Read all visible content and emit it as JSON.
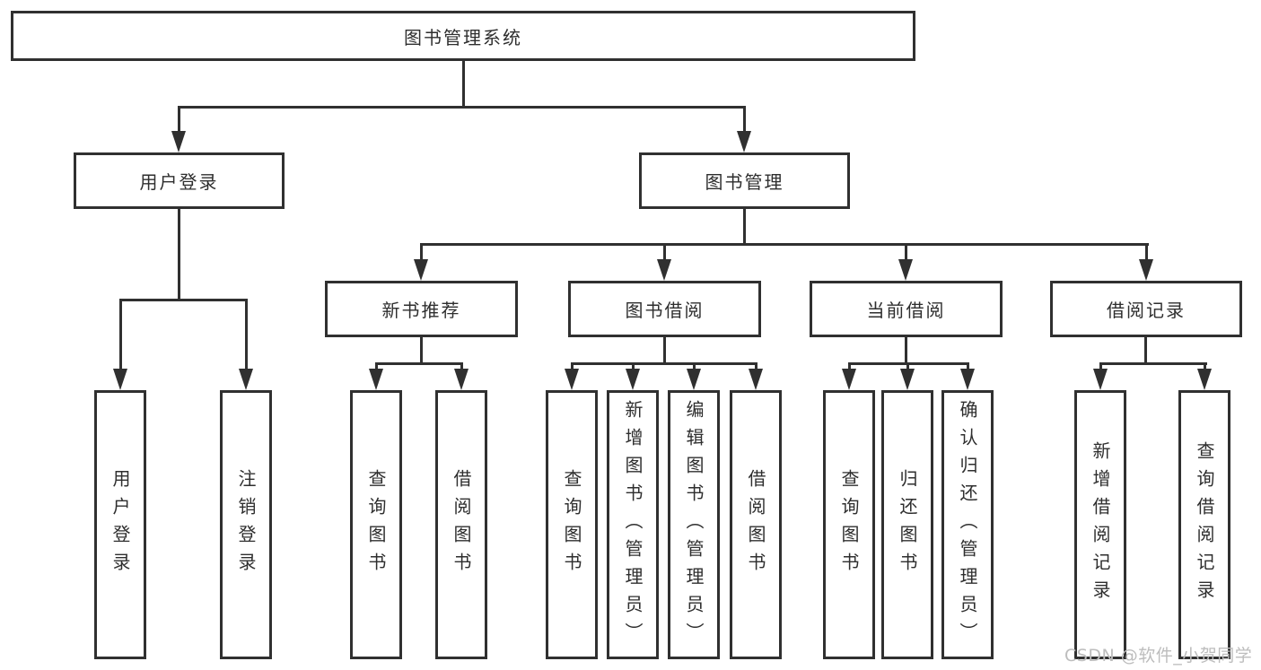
{
  "diagram_type": "hierarchy-tree",
  "colors": {
    "line": "#303030",
    "watermark": "#bdbdbd"
  },
  "tree": {
    "label": "图书管理系统",
    "children": [
      {
        "label": "用户登录",
        "children": [
          {
            "label": "用户登录"
          },
          {
            "label": "注销登录"
          }
        ]
      },
      {
        "label": "图书管理",
        "children": [
          {
            "label": "新书推荐",
            "children": [
              {
                "label": "查询图书"
              },
              {
                "label": "借阅图书"
              }
            ]
          },
          {
            "label": "图书借阅",
            "children": [
              {
                "label": "查询图书"
              },
              {
                "label": "新增图书（管理员）"
              },
              {
                "label": "编辑图书（管理员）"
              },
              {
                "label": "借阅图书"
              }
            ]
          },
          {
            "label": "当前借阅",
            "children": [
              {
                "label": "查询图书"
              },
              {
                "label": "归还图书"
              },
              {
                "label": "确认归还（管理员）"
              }
            ]
          },
          {
            "label": "借阅记录",
            "children": [
              {
                "label": "新增借阅记录"
              },
              {
                "label": "查询借阅记录"
              }
            ]
          }
        ]
      }
    ]
  },
  "watermark": {
    "text": "CSDN @软件_小贺同学"
  }
}
